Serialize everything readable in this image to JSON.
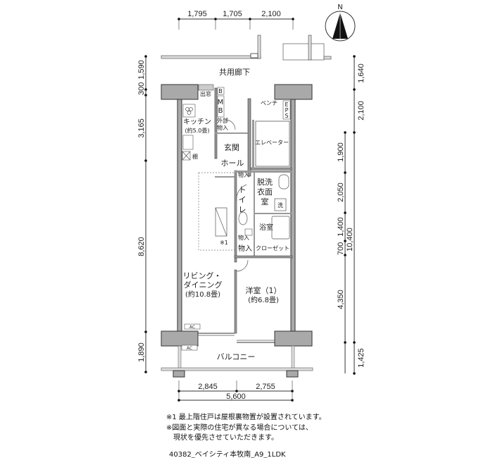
{
  "compass": {
    "label": "N"
  },
  "dimensions": {
    "top": [
      "1,795",
      "1,705",
      "2,100"
    ],
    "left": [
      "300",
      "1,590",
      "3,165",
      "8,620",
      "1,890"
    ],
    "right": [
      "1,640",
      "2,100",
      "1,900",
      "2,050",
      "1,400",
      "700",
      "10,400",
      "4,350",
      "1,425"
    ],
    "bottom": [
      "2,845",
      "2,755",
      "5,600"
    ]
  },
  "rooms": {
    "corridor": "共用廊下",
    "bay_window": "出窓",
    "b": "B",
    "mb_m": "M",
    "mb_b": "B",
    "kitchen": "キッチン",
    "kitchen_size": "(約5.0畳)",
    "outdoor_storage_1": "外部",
    "outdoor_storage_2": "物入",
    "bench": "ベンチ",
    "eps": [
      "E",
      "P",
      "S"
    ],
    "elevator": "エレベーター",
    "entrance": "玄関",
    "hall": "ホール",
    "shelf": "棚",
    "storage_1": "物入",
    "washroom_1": "脱洗",
    "washroom_2": "衣面",
    "washroom_3": "室",
    "washer": "洗",
    "toilet": [
      "ト",
      "イ",
      "レ"
    ],
    "bathroom": "浴室",
    "storage_2": "物入",
    "note_mark": "※1",
    "storage_3": "物入",
    "closet": "クローゼット",
    "living_1": "リビング・",
    "living_2": "ダイニング",
    "living_size": "(約10.8畳)",
    "bedroom": "洋室（1）",
    "bedroom_size": "(約6.8畳)",
    "ac_1": "AC",
    "ac_2": "AC",
    "balcony": "バルコニー"
  },
  "notes": [
    "※1 最上階住戸は屋根裏物置が設置されています。",
    "※図面と実際の住宅が異なる場合については、",
    "　現状を優先させていただきます。"
  ],
  "caption": "40382_ベイシティ本牧南_A9_1LDK"
}
